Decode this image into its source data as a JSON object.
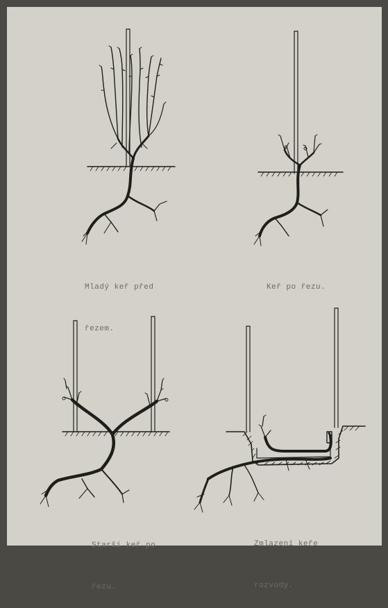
{
  "captions": {
    "young_before": [
      "Mladý keř před",
      "řezem."
    ],
    "after_pruning": [
      "Keř po řezu."
    ],
    "older_after": [
      "Starší keř po",
      "řezu."
    ],
    "layering": [
      "Zmlazení keře",
      "rozvody."
    ]
  }
}
